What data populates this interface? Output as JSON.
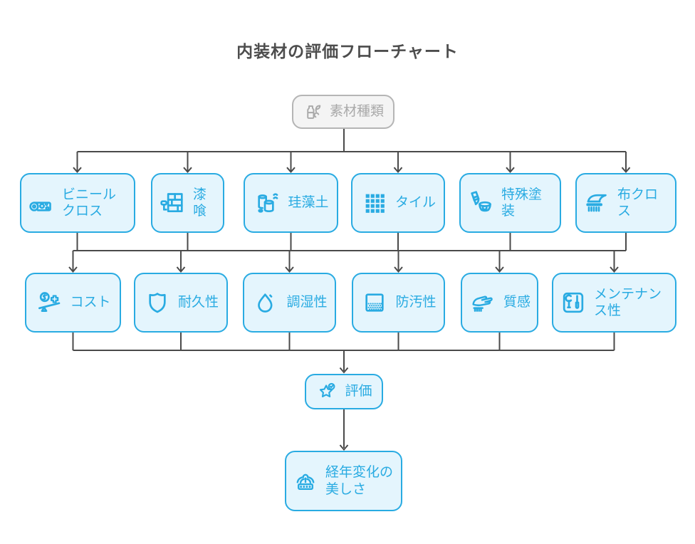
{
  "title": "内装材の評価フローチャート",
  "colors": {
    "node_accent": "#29abe2",
    "node_fill": "#e4f5fd",
    "root_border": "#b5b5b5",
    "root_fill": "#f4f4f4",
    "root_text": "#a9a9a9",
    "connector": "#4a4a4a",
    "title_text": "#4d4d4d"
  },
  "flowchart": {
    "root": {
      "label": "素材種類",
      "icon": "material-type-icon"
    },
    "materials": [
      {
        "label": "ビニールクロス",
        "icon": "wallpaper-roll-icon"
      },
      {
        "label": "漆喰",
        "icon": "plaster-roller-icon"
      },
      {
        "label": "珪藻土",
        "icon": "clay-pots-icon"
      },
      {
        "label": "タイル",
        "icon": "tile-grid-icon"
      },
      {
        "label": "特殊塗装",
        "icon": "paint-brush-bucket-icon"
      },
      {
        "label": "布クロス",
        "icon": "fabric-cloth-icon"
      }
    ],
    "criteria": [
      {
        "label": "コスト",
        "icon": "cost-scale-icon"
      },
      {
        "label": "耐久性",
        "icon": "shield-icon"
      },
      {
        "label": "調湿性",
        "icon": "water-drop-icon"
      },
      {
        "label": "防汚性",
        "icon": "stain-panel-icon"
      },
      {
        "label": "質感",
        "icon": "hand-touch-icon"
      },
      {
        "label": "メンテナンス性",
        "icon": "tools-icon"
      }
    ],
    "evaluation": {
      "label": "評価",
      "icon": "star-check-icon"
    },
    "result": {
      "label": "経年変化の美しさ",
      "icon": "fountain-icon"
    }
  }
}
